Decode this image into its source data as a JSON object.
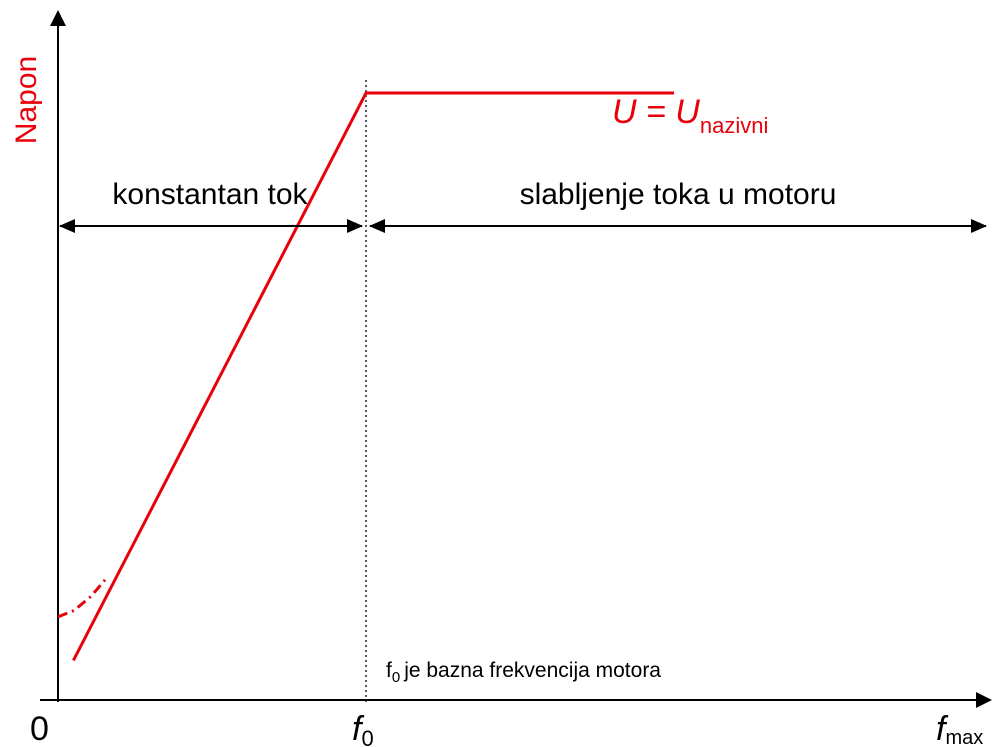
{
  "chart_data": {
    "type": "line",
    "ylabel": "Napon",
    "x_ticks": {
      "origin": "0",
      "f0": {
        "base": "f",
        "sub": "0"
      },
      "fmax": {
        "base": "f",
        "sub": "max"
      }
    },
    "curve_label": {
      "prefix": "U = U",
      "sub": "nazivni"
    },
    "regions": [
      {
        "label": "konstantan tok"
      },
      {
        "label": "slabljenje toka u motoru"
      }
    ],
    "note": {
      "base": "f",
      "sub": "0",
      "text": "je bazna frekvencija motora"
    },
    "series": [
      {
        "style": "solid",
        "points": [
          [
            0.05,
            0.06
          ],
          [
            1.0,
            0.92
          ],
          [
            2.0,
            0.92
          ]
        ]
      },
      {
        "style": "dash-dot",
        "points": [
          [
            0.0,
            0.126
          ],
          [
            0.0533,
            0.136
          ],
          [
            0.1067,
            0.157
          ],
          [
            0.16,
            0.186
          ]
        ]
      }
    ],
    "f0_value": 1.0,
    "fmax_value": 2.0,
    "xlim": [
      0,
      2.0
    ],
    "ylim": [
      0,
      1.1
    ],
    "colors": {
      "curve": "#e8000b",
      "axis": "#000000",
      "ylabel": "#e8000b"
    },
    "grid": false
  }
}
